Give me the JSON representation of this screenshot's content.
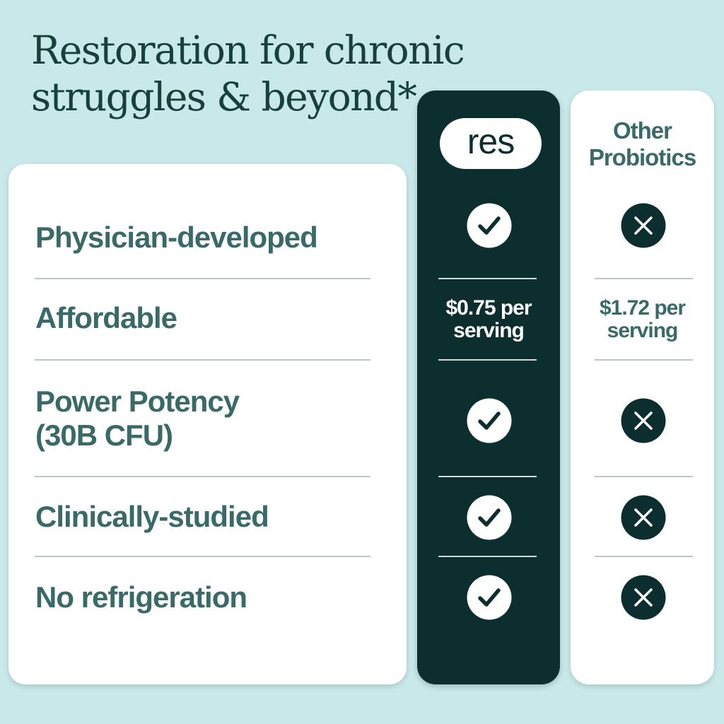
{
  "headline": {
    "line1": "Restoration for chronic",
    "line2": "struggles & beyond*"
  },
  "columns": {
    "brand_logo": "res",
    "other_line1": "Other",
    "other_line2": "Probiotics"
  },
  "features": [
    {
      "label": "Physician-developed",
      "res": "check-icon",
      "other": "x-icon"
    },
    {
      "label": "Affordable",
      "res_price_line1": "$0.75 per",
      "res_price_line2": "serving",
      "other_price_line1": "$1.72 per",
      "other_price_line2": "serving"
    },
    {
      "label_line1": "Power Potency",
      "label_line2": "(30B CFU)",
      "res": "check-icon",
      "other": "x-icon"
    },
    {
      "label": "Clinically-studied",
      "res": "check-icon",
      "other": "x-icon"
    },
    {
      "label": "No refrigeration",
      "res": "check-icon",
      "other": "x-icon"
    }
  ],
  "colors": {
    "background": "#c8e8ea",
    "brand_dark": "#0d2e2e",
    "text_teal": "#3a6a67",
    "headline": "#173f3c"
  }
}
